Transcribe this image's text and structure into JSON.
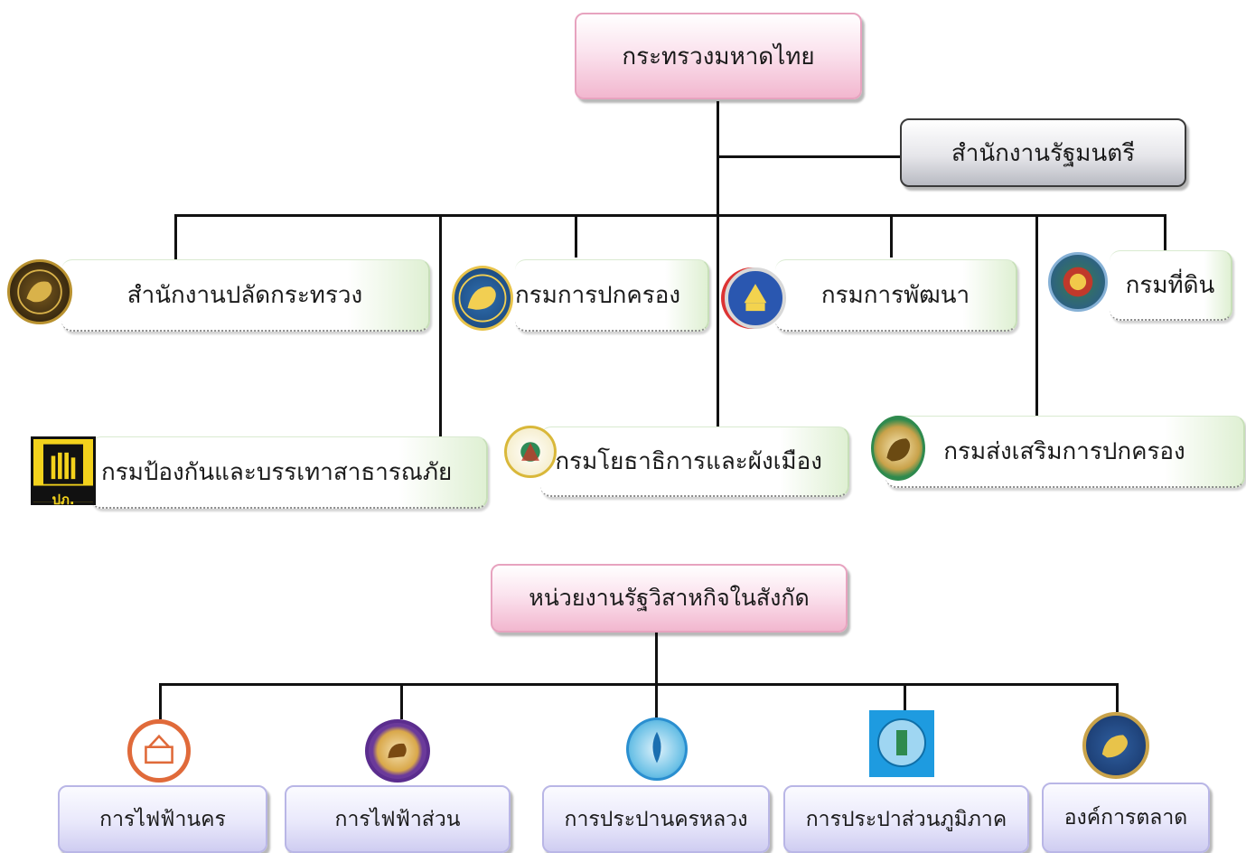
{
  "ministry": {
    "title": "กระทรวงมหาดไทย"
  },
  "office_minister": {
    "label": "สำนักงานรัฐมนตรี"
  },
  "departments": [
    {
      "label": "สำนักงานปลัดกระทรวง",
      "icon": "garuda-lion-seal-icon"
    },
    {
      "label": "กรมการปกครอง",
      "icon": "lion-seal-icon"
    },
    {
      "label": "กรมการพัฒนา",
      "icon": "community-development-seal-icon"
    },
    {
      "label": "กรมที่ดิน",
      "icon": "land-department-seal-icon"
    },
    {
      "label": "กรมป้องกันและบรรเทาสาธารณภัย",
      "icon": "hand-shield-seal-icon",
      "seal_text": "ปภ."
    },
    {
      "label": "กรมโยธาธิการและผังเมือง",
      "icon": "public-works-seal-icon"
    },
    {
      "label": "กรมส่งเสริมการปกครอง",
      "icon": "local-administration-seal-icon"
    }
  ],
  "state_enterprise": {
    "title": "หน่วยงานรัฐวิสาหกิจในสังกัด"
  },
  "enterprises": [
    {
      "label": "การไฟฟ้านคร",
      "icon": "metropolitan-electricity-seal-icon"
    },
    {
      "label": "การไฟฟ้าส่วน",
      "icon": "provincial-electricity-seal-icon"
    },
    {
      "label": "การประปานครหลวง",
      "icon": "metropolitan-waterworks-seal-icon"
    },
    {
      "label": "การประปาส่วนภูมิภาค",
      "icon": "provincial-waterworks-seal-icon"
    },
    {
      "label": "องค์การตลาด",
      "icon": "market-organization-seal-icon"
    }
  ],
  "colors": {
    "pink_box": "#f2b7cf",
    "grey_box": "#b8bac2",
    "green_box": "#dff0d3",
    "lavender_box": "#cfcdf1",
    "connector": "#111111"
  }
}
